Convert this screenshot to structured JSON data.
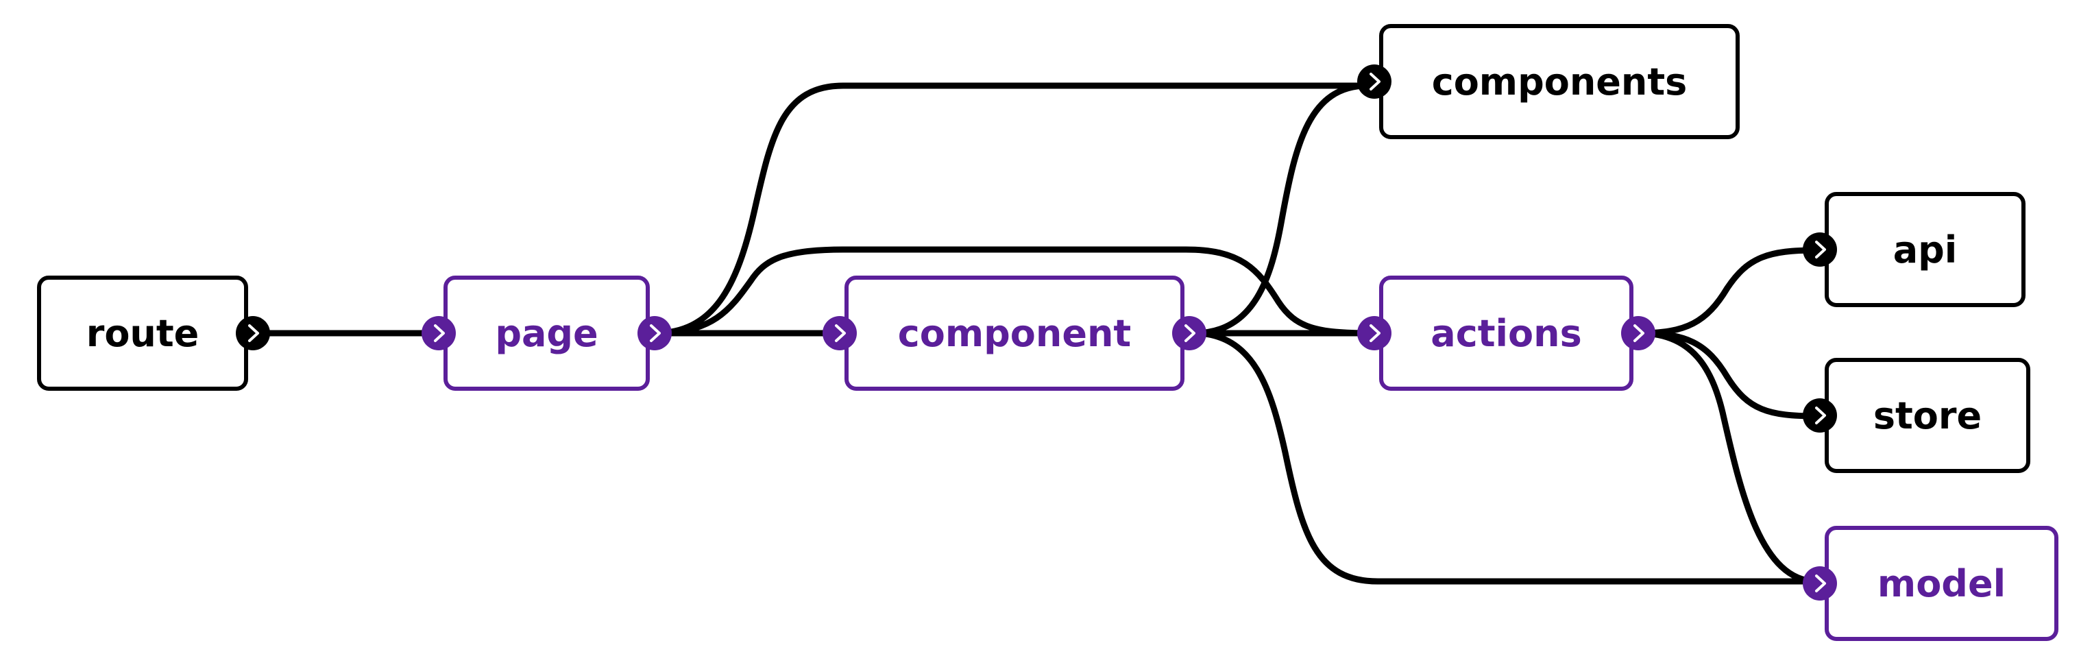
{
  "colors": {
    "highlight": "#5b1f9a",
    "default": "#000000",
    "background": "#ffffff"
  },
  "nodes": [
    {
      "id": "route",
      "label": "route",
      "highlighted": false,
      "in_port": false,
      "out_port": true
    },
    {
      "id": "page",
      "label": "page",
      "highlighted": true,
      "in_port": true,
      "out_port": true
    },
    {
      "id": "component",
      "label": "component",
      "highlighted": true,
      "in_port": true,
      "out_port": true
    },
    {
      "id": "components",
      "label": "components",
      "highlighted": false,
      "in_port": true,
      "out_port": false
    },
    {
      "id": "actions",
      "label": "actions",
      "highlighted": true,
      "in_port": true,
      "out_port": true
    },
    {
      "id": "api",
      "label": "api",
      "highlighted": false,
      "in_port": true,
      "out_port": false
    },
    {
      "id": "store",
      "label": "store",
      "highlighted": false,
      "in_port": true,
      "out_port": false
    },
    {
      "id": "model",
      "label": "model",
      "highlighted": true,
      "in_port": true,
      "out_port": false
    }
  ],
  "edges": [
    {
      "from": "route",
      "to": "page"
    },
    {
      "from": "page",
      "to": "component"
    },
    {
      "from": "page",
      "to": "components"
    },
    {
      "from": "page",
      "to": "actions"
    },
    {
      "from": "component",
      "to": "components"
    },
    {
      "from": "component",
      "to": "actions"
    },
    {
      "from": "component",
      "to": "model"
    },
    {
      "from": "actions",
      "to": "api"
    },
    {
      "from": "actions",
      "to": "store"
    },
    {
      "from": "actions",
      "to": "model"
    }
  ],
  "port_icon": "chevron-right-icon"
}
